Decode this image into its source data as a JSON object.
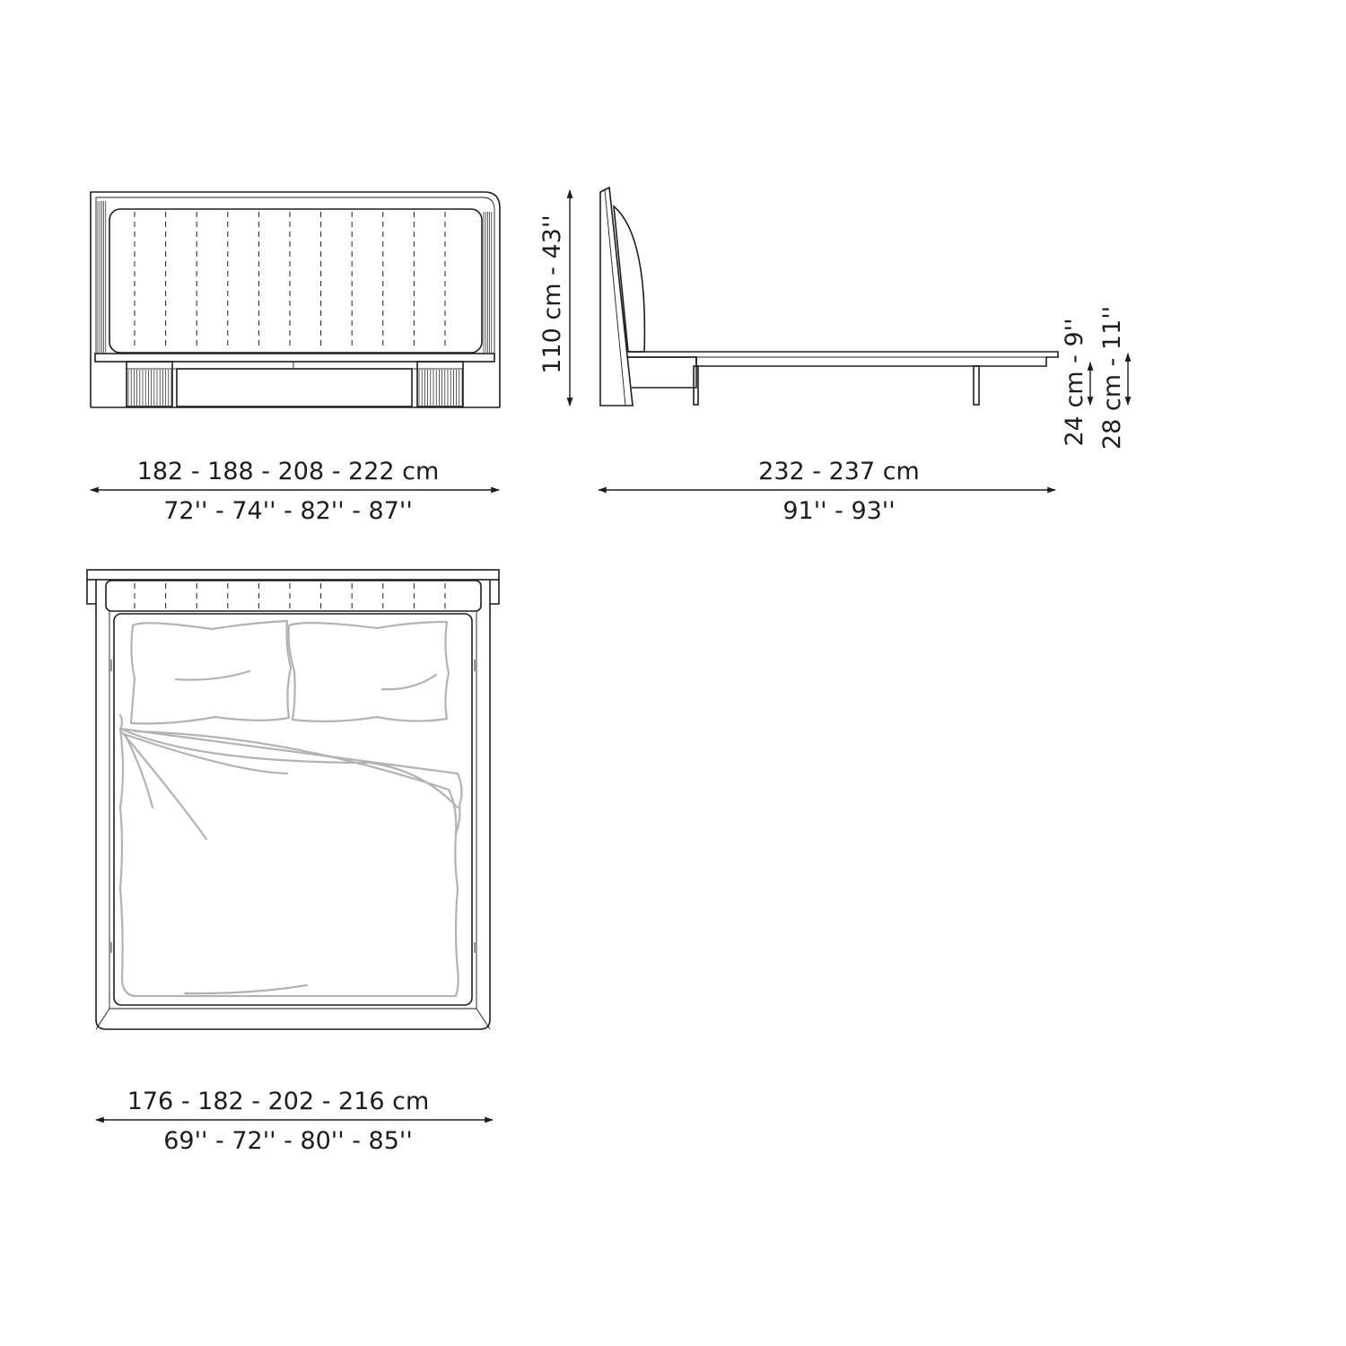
{
  "front_view": {
    "width_cm": "182 - 188 - 208 - 222 cm",
    "width_in": "72'' - 74'' - 82'' - 87''",
    "height_label": "110 cm - 43''"
  },
  "side_view": {
    "length_cm": "232 - 237 cm",
    "length_in": "91'' - 93''",
    "height_low_label": "24 cm - 9''",
    "height_high_label": "28 cm - 11''"
  },
  "top_view": {
    "width_cm": "176 - 182 - 202 - 216 cm",
    "width_in": "69'' - 72'' - 80'' - 85''"
  }
}
